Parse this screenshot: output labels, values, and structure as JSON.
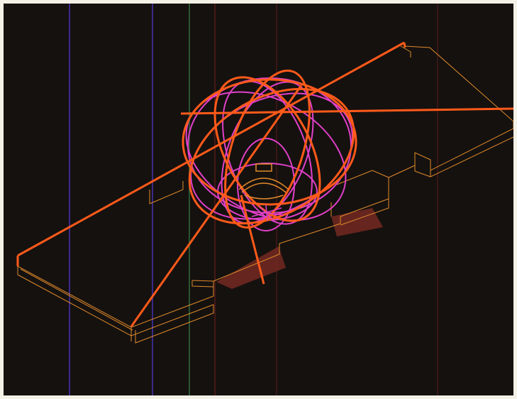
{
  "scene": {
    "colors": {
      "background": "#15110f",
      "page_border": "#f4f1e6",
      "structure_outline": "#e08a2a",
      "orbit_orange": "#ff5a1a",
      "orbit_magenta": "#e040c8",
      "hatch": "#7a2a22",
      "scan_purple": "#3a2a8a",
      "scan_green": "#2e6a3a",
      "scan_red": "#5a1a1a"
    },
    "elements": [
      "wireframe-platform",
      "orbit-ellipses",
      "diagonal-beams",
      "central-device",
      "hatched-panels",
      "scan-lines"
    ]
  }
}
